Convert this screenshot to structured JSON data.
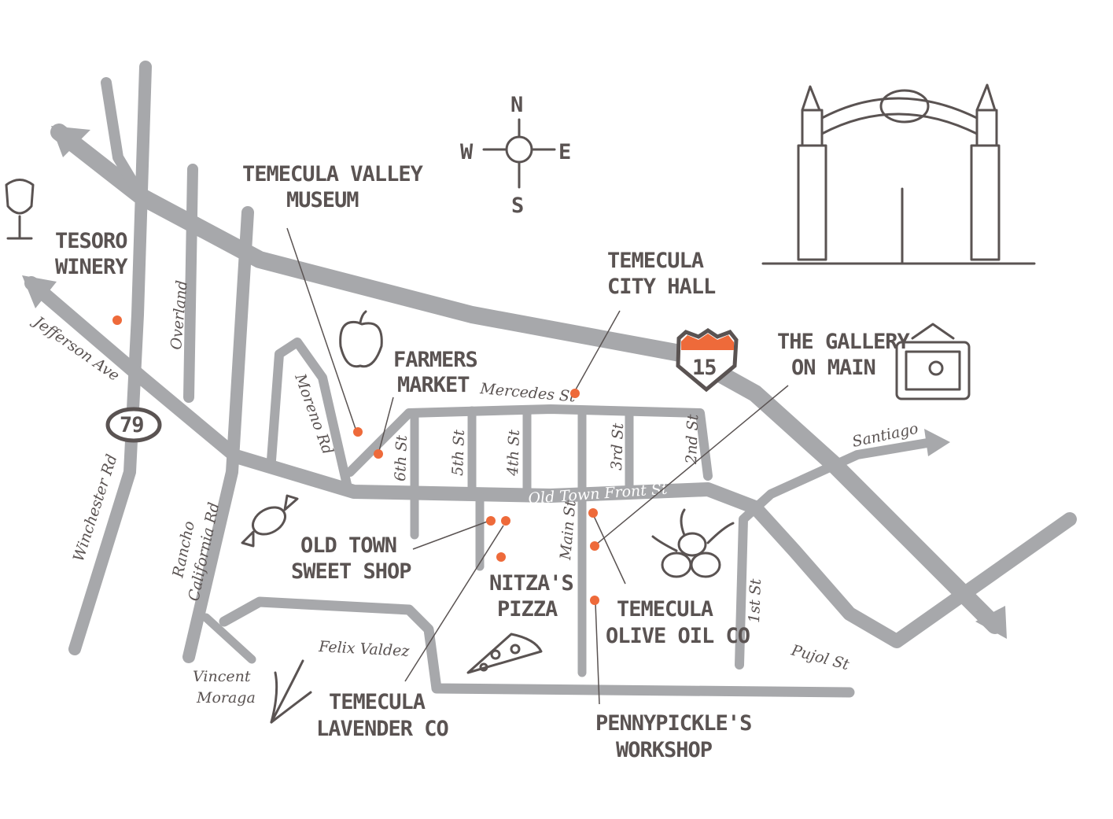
{
  "colors": {
    "road": "#a7a8ab",
    "ink": "#5a5352",
    "accent": "#ee6a3a"
  },
  "compass": {
    "n": "N",
    "s": "S",
    "e": "E",
    "w": "W"
  },
  "shields": {
    "interstate": "15",
    "route": "79"
  },
  "places": {
    "tesoro": [
      "TESORO",
      "WINERY"
    ],
    "museum": [
      "TEMECULA VALLEY",
      "MUSEUM"
    ],
    "farmers": [
      "FARMERS",
      "MARKET"
    ],
    "cityhall": [
      "TEMECULA",
      "CITY HALL"
    ],
    "gallery": [
      "THE GALLERY",
      "ON MAIN"
    ],
    "sweet": [
      "OLD TOWN",
      "SWEET SHOP"
    ],
    "nitza": [
      "NITZA'S",
      "PIZZA"
    ],
    "olive": [
      "TEMECULA",
      "OLIVE OIL CO"
    ],
    "lavender": [
      "TEMECULA",
      "LAVENDER CO"
    ],
    "penny": [
      "PENNYPICKLE'S",
      "WORKSHOP"
    ]
  },
  "streets": {
    "jefferson": "Jefferson Ave",
    "overland": "Overland",
    "moreno": "Moreno Rd",
    "winchester": "Winchester Rd",
    "rancho1": "Rancho",
    "rancho2": "California Rd",
    "mercedes": "Mercedes St",
    "sixth": "6th St",
    "fifth": "5th St",
    "fourth": "4th St",
    "third": "3rd St",
    "second": "2nd St",
    "first": "1st St",
    "main": "Main St",
    "front": "Old Town Front St",
    "santiago": "Santiago",
    "felix": "Felix Valdez",
    "vincent1": "Vincent",
    "vincent2": "Moraga",
    "pujol": "Pujol St"
  },
  "icons": [
    "wine-glass",
    "apple",
    "candy",
    "pizza-slice",
    "olives",
    "lavender",
    "picture-frame",
    "old-town-arch",
    "compass-rose"
  ]
}
